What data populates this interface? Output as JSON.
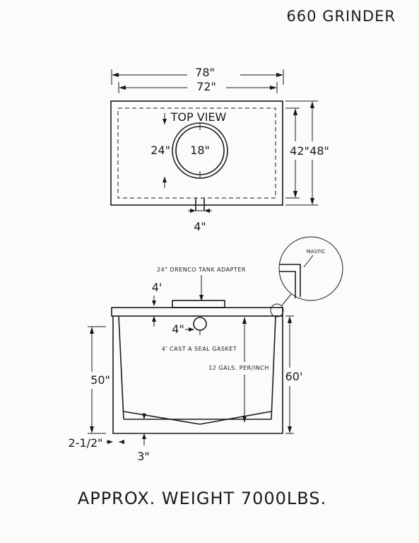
{
  "title": "660 GRINDER",
  "top_view": {
    "label": "TOP VIEW",
    "dim_outer_width": "78\"",
    "dim_inner_width": "72\"",
    "dim_inner_depth": "42\"",
    "dim_outer_depth": "48\"",
    "dim_opening_outer": "24\"",
    "dim_opening_inner": "18\"",
    "dim_pipe": "4\""
  },
  "side_view": {
    "adapter_label": "24\" DRENCO TANK ADAPTER",
    "dim_lid": "4'",
    "dim_inlet": "4\"",
    "gasket_label": "4' CAST A SEAL GASKET",
    "capacity_label": "12 GALS. PER/INCH",
    "dim_inner_height": "50\"",
    "dim_outer_height": "60'",
    "dim_wall": "2-1/2\"",
    "dim_floor": "3\"",
    "detail_label": "MASTIC"
  },
  "footer": "APPROX. WEIGHT 7000LBS."
}
